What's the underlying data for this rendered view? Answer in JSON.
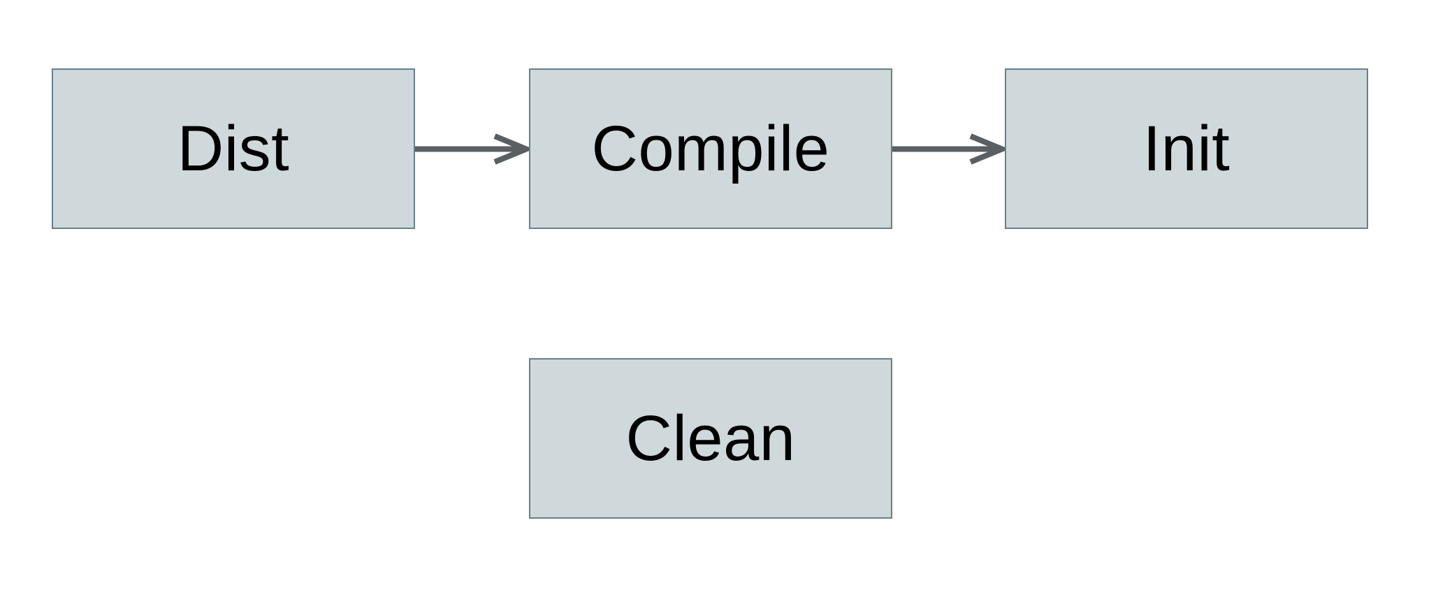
{
  "diagram": {
    "nodes": [
      {
        "id": "dist",
        "label": "Dist"
      },
      {
        "id": "compile",
        "label": "Compile"
      },
      {
        "id": "init",
        "label": "Init"
      },
      {
        "id": "clean",
        "label": "Clean"
      }
    ],
    "edges": [
      {
        "from": "Dist",
        "to": "Compile"
      },
      {
        "from": "Compile",
        "to": "Init"
      }
    ],
    "colors": {
      "canvas_background": "#ffffff",
      "node_fill": "#cfd8da",
      "node_border": "#65808e",
      "arrow": "#5a5f63",
      "text": "#000000"
    }
  }
}
